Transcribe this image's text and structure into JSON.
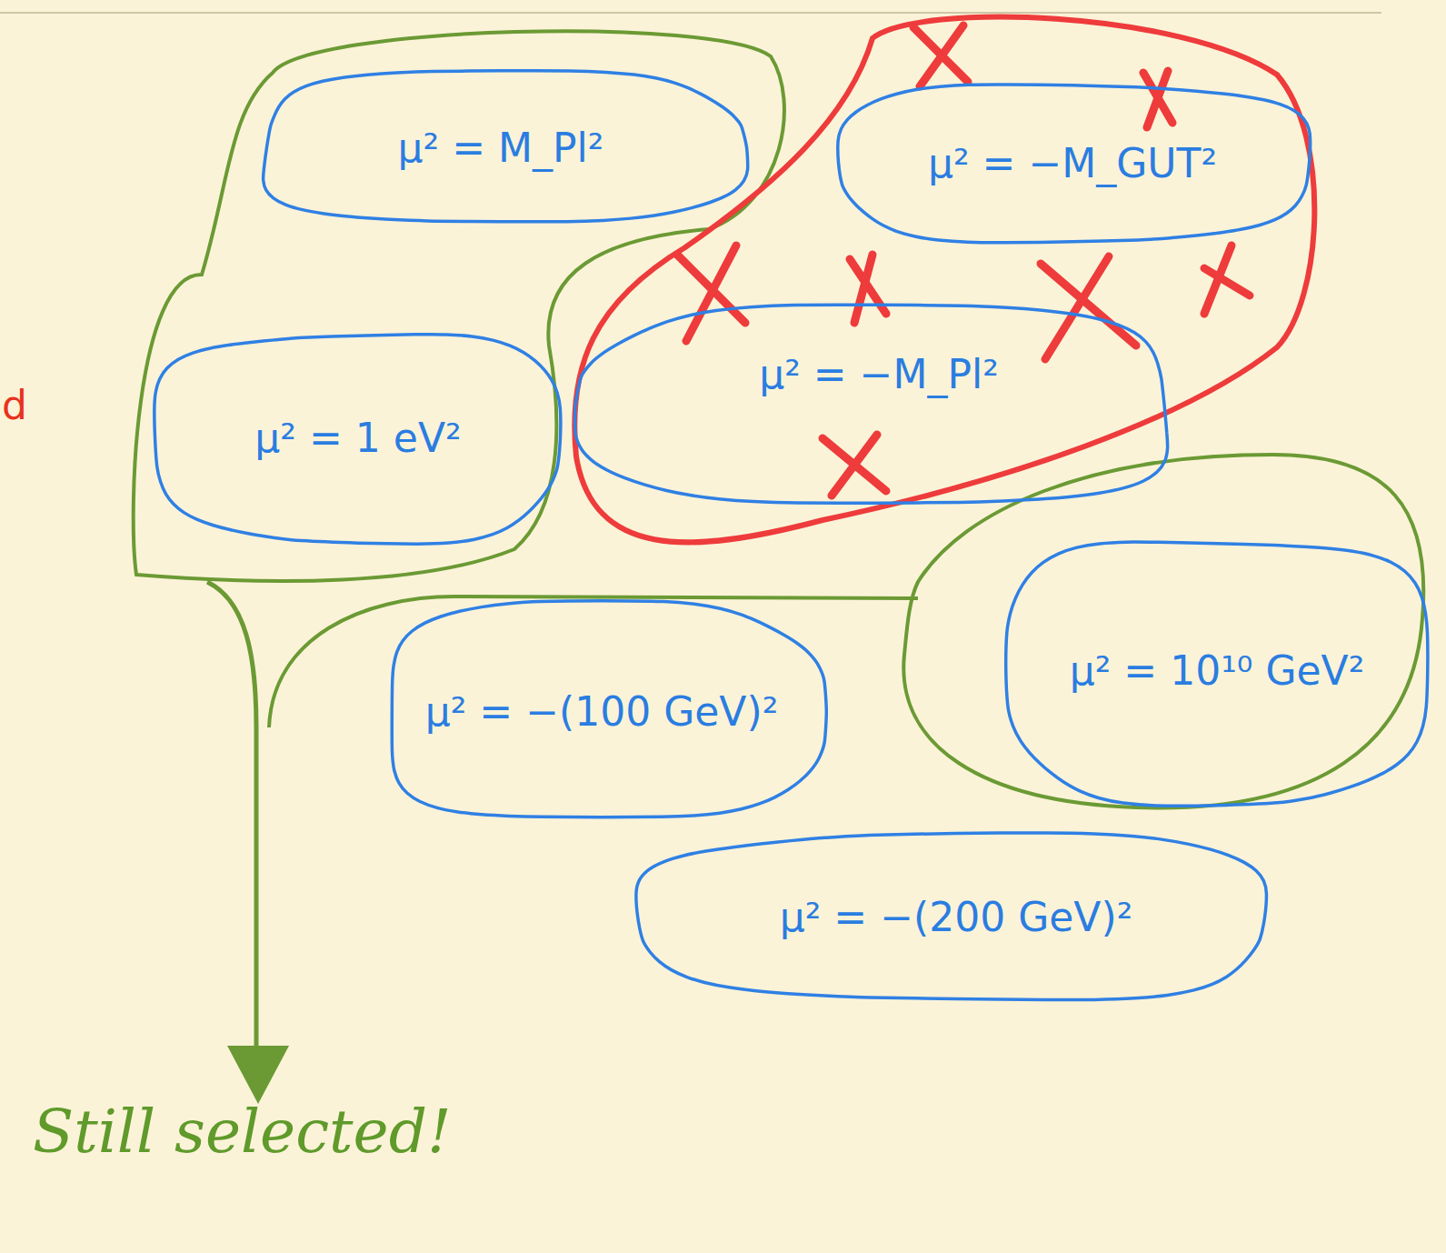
{
  "diagram": {
    "nodes": [
      {
        "text": [
          "μ² = M_Pl²"
        ]
      },
      {
        "text": [
          "μ² = −M_GUT²"
        ]
      },
      {
        "text": [
          "μ² = 1 eV²"
        ]
      },
      {
        "text": [
          "μ² = −M_Pl²"
        ]
      },
      {
        "text": [
          "μ² = −(100 GeV)²"
        ]
      },
      {
        "text": [
          "μ² = 10¹⁰ GeV²"
        ]
      },
      {
        "text": [
          "μ² = −(200 GeV)²"
        ]
      }
    ],
    "labels": [
      "d",
      "Still selected!"
    ]
  }
}
